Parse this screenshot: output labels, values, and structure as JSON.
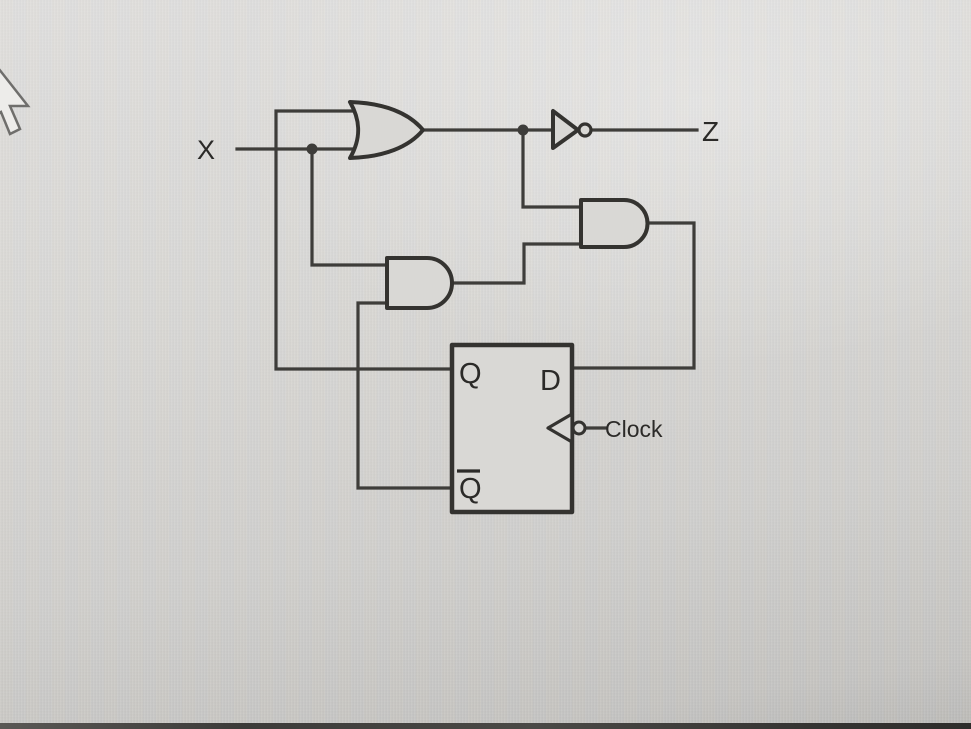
{
  "figure": {
    "kind": "logic-circuit-diagram",
    "description": "Sequential circuit: OR gate and inverter driving output Z, two AND gates, negative-edge-triggered D flip-flop with feedback from Q and Q-bar"
  },
  "labels": {
    "input_x": "X",
    "output_z": "Z",
    "clock": "Clock",
    "flip_flop_q": "Q",
    "flip_flop_qbar": "Q",
    "flip_flop_d": "D"
  },
  "components": {
    "gates": [
      "or-gate",
      "not-gate",
      "and-gate-left",
      "and-gate-right",
      "d-flip-flop"
    ],
    "clock_input": "negative-edge-triggered (wedge with bubble on right side of flip-flop)",
    "junctions": 2,
    "cursor": "mouse-pointer partially visible at top-left edge"
  },
  "colors": {
    "wire": "#3e3d3a",
    "gate_stroke": "#343330",
    "gate_fill": "#d9d8d5",
    "label": "#2b2a28",
    "background": "#d6d5d2",
    "bottom_bar": "#3c3b39",
    "cursor_fill": "#edecea",
    "cursor_stroke": "#6f6e6c"
  }
}
